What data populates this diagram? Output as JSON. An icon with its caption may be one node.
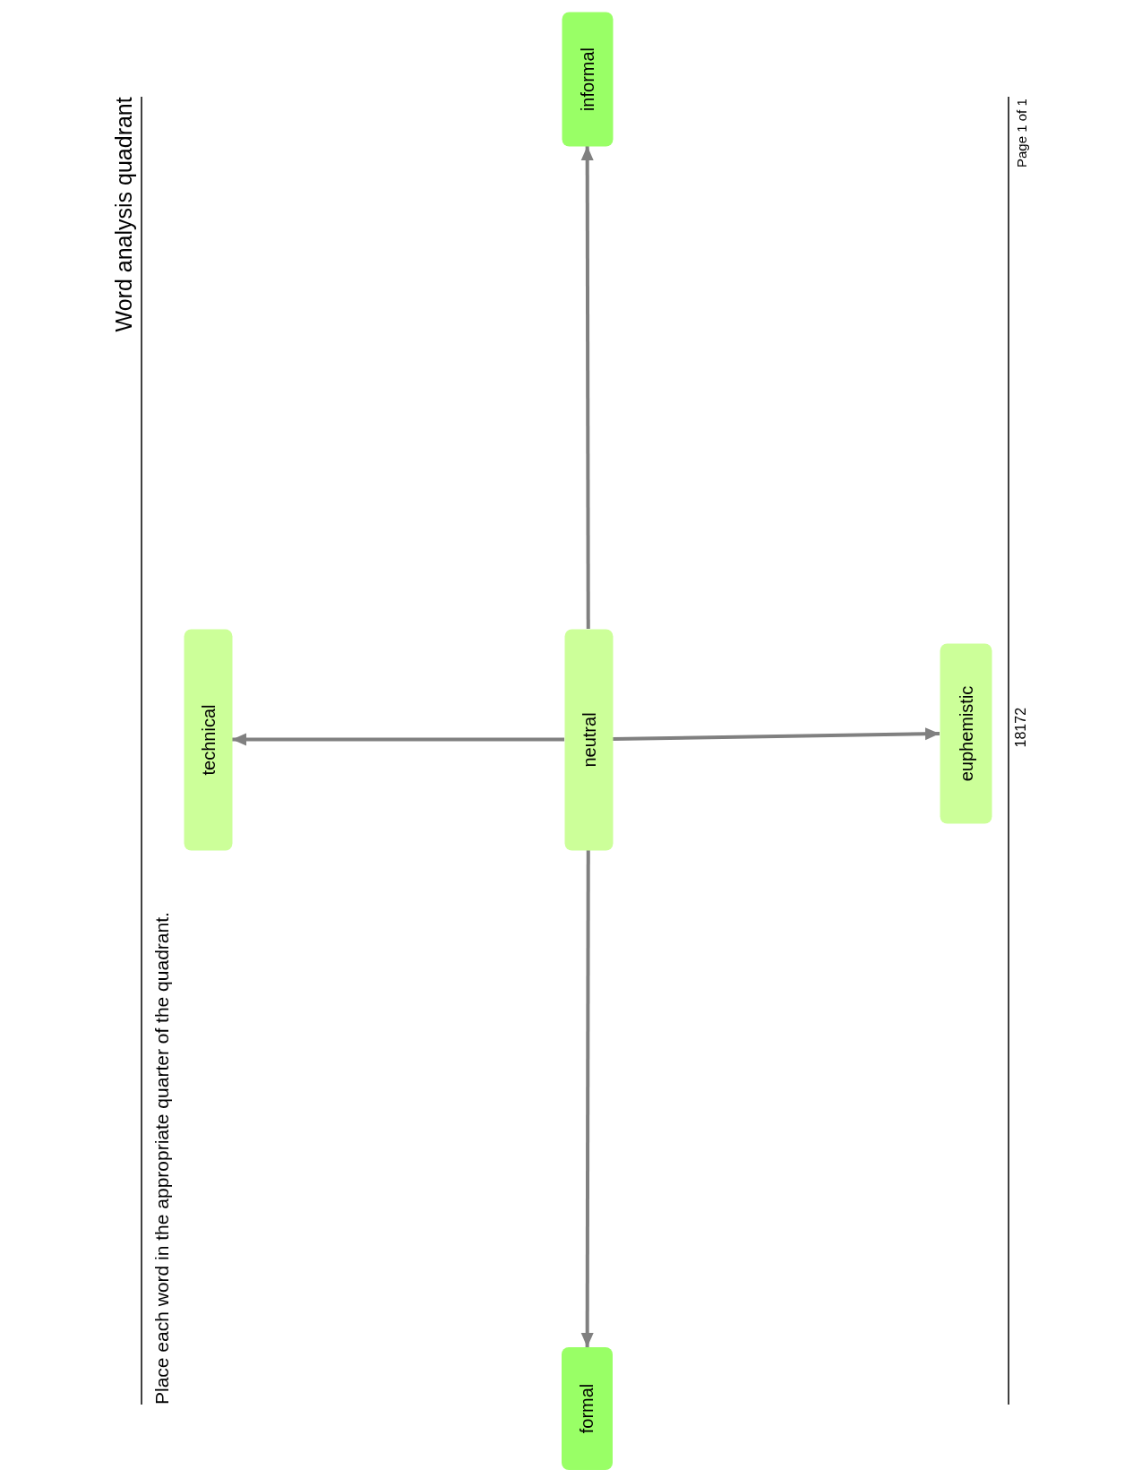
{
  "diagram": {
    "title": "Word analysis quadrant",
    "nodes": [
      {
        "text": [
          "technical"
        ]
      },
      {
        "text": [
          "formal"
        ]
      },
      {
        "text": [
          "neutral"
        ]
      },
      {
        "text": [
          "informal"
        ]
      },
      {
        "text": [
          "euphemistic"
        ]
      }
    ],
    "edges": [
      {
        "from": 2,
        "to": 0,
        "arrow": "to"
      },
      {
        "from": 2,
        "to": 1,
        "arrow": "to"
      },
      {
        "from": 2,
        "to": 3,
        "arrow": "to"
      },
      {
        "from": 2,
        "to": 4,
        "arrow": "to"
      }
    ],
    "labels": [
      "Place each word in the appropriate quarter of the quadrant.",
      "18172",
      "Page 1 of 1"
    ]
  }
}
